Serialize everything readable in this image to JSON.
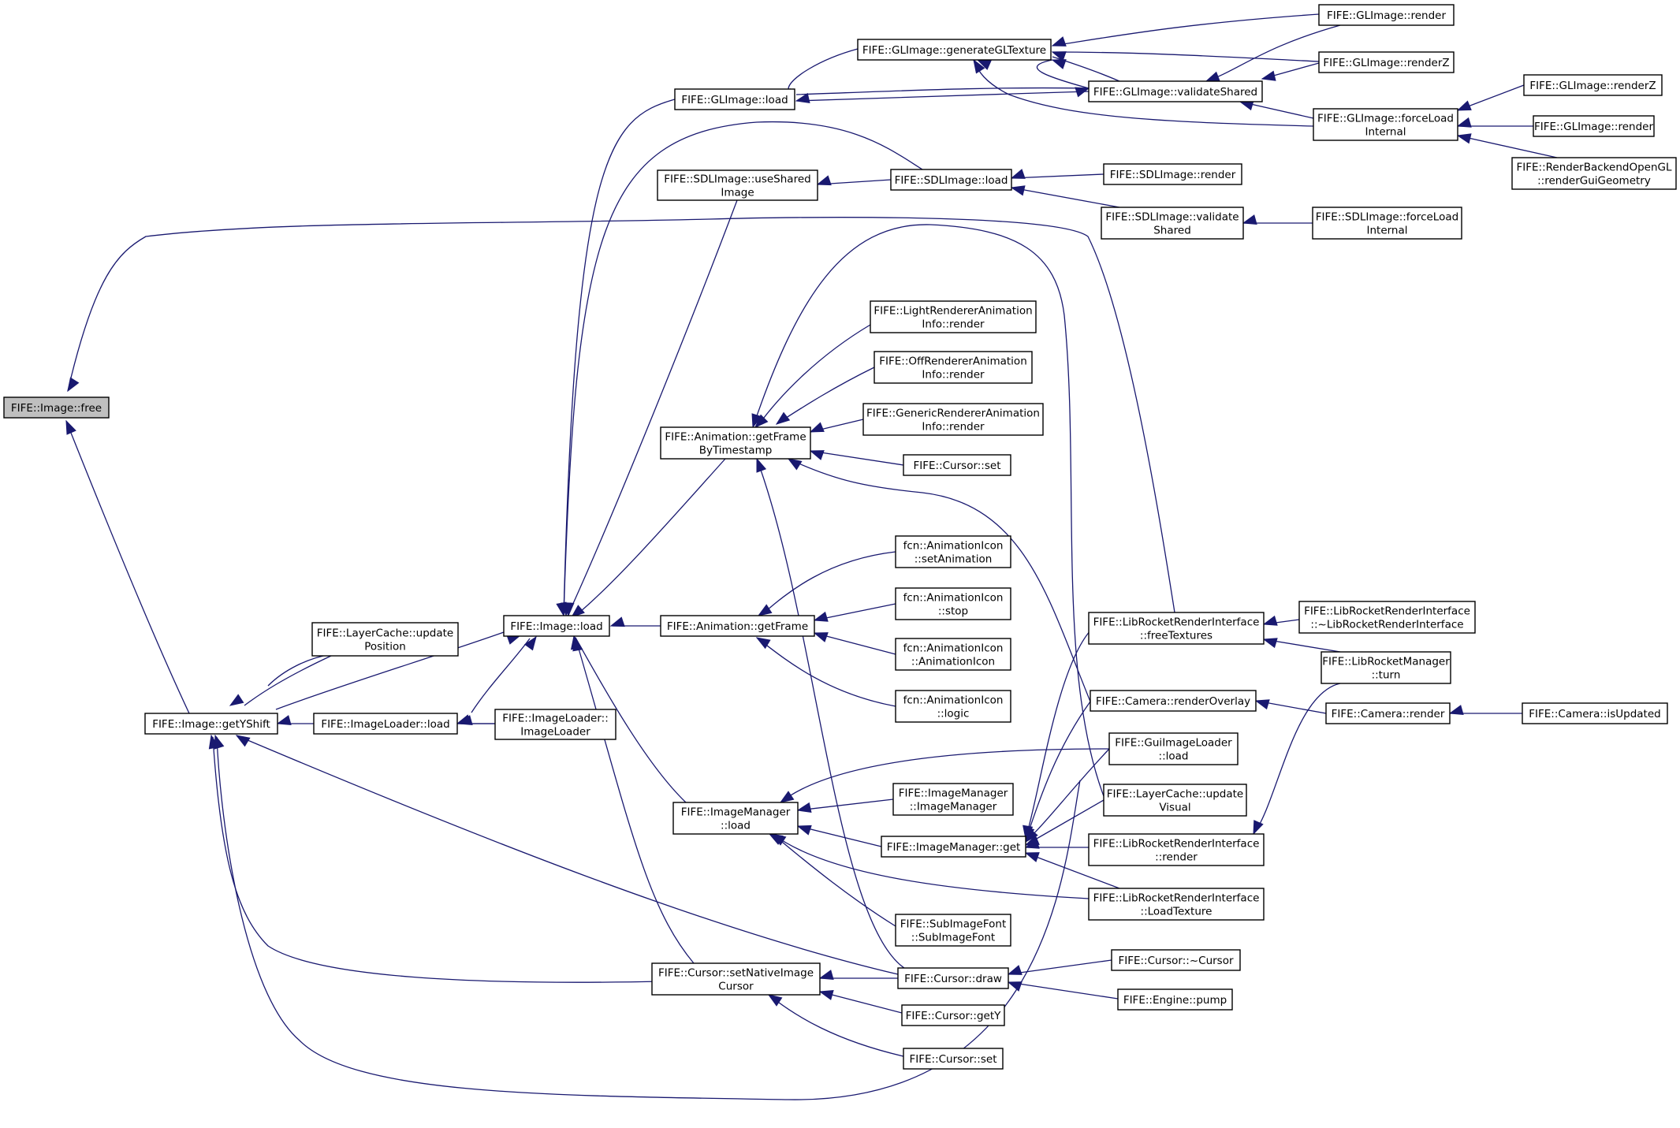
{
  "diagram": {
    "type": "call-graph",
    "colors": {
      "edge": "#191970",
      "node_border": "#000000",
      "root_fill": "#bfbfbf",
      "node_fill": "#ffffff"
    },
    "nodes": [
      {
        "id": "free",
        "lines": [
          "FIFE::Image::free"
        ],
        "root": true
      },
      {
        "id": "getyshift",
        "lines": [
          "FIFE::Image::getYShift"
        ]
      },
      {
        "id": "lcupdatepos",
        "lines": [
          "FIFE::LayerCache::update",
          "Position"
        ]
      },
      {
        "id": "imageload",
        "lines": [
          "FIFE::Image::load"
        ]
      },
      {
        "id": "imgloaderload",
        "lines": [
          "FIFE::ImageLoader::load"
        ]
      },
      {
        "id": "imgloaderctor",
        "lines": [
          "FIFE::ImageLoader::",
          "ImageLoader"
        ]
      },
      {
        "id": "glload",
        "lines": [
          "FIFE::GLImage::load"
        ]
      },
      {
        "id": "sdluseshared",
        "lines": [
          "FIFE::SDLImage::useShared",
          "Image"
        ]
      },
      {
        "id": "animgetframets",
        "lines": [
          "FIFE::Animation::getFrame",
          "ByTimestamp"
        ]
      },
      {
        "id": "animgetframe",
        "lines": [
          "FIFE::Animation::getFrame"
        ]
      },
      {
        "id": "imgmgrload",
        "lines": [
          "FIFE::ImageManager",
          "::load"
        ]
      },
      {
        "id": "setnative",
        "lines": [
          "FIFE::Cursor::setNativeImage",
          "Cursor"
        ]
      },
      {
        "id": "glgentex",
        "lines": [
          "FIFE::GLImage::generateGLTexture"
        ]
      },
      {
        "id": "glvalidate",
        "lines": [
          "FIFE::GLImage::validateShared"
        ]
      },
      {
        "id": "sdlload",
        "lines": [
          "FIFE::SDLImage::load"
        ]
      },
      {
        "id": "lightrender",
        "lines": [
          "FIFE::LightRendererAnimation",
          "Info::render"
        ]
      },
      {
        "id": "offrender",
        "lines": [
          "FIFE::OffRendererAnimation",
          "Info::render"
        ]
      },
      {
        "id": "genrender",
        "lines": [
          "FIFE::GenericRendererAnimation",
          "Info::render"
        ]
      },
      {
        "id": "cursorset1",
        "lines": [
          "FIFE::Cursor::set"
        ]
      },
      {
        "id": "fcnsetanim",
        "lines": [
          "fcn::AnimationIcon",
          "::setAnimation"
        ]
      },
      {
        "id": "fcnstop",
        "lines": [
          "fcn::AnimationIcon",
          "::stop"
        ]
      },
      {
        "id": "fcnctor",
        "lines": [
          "fcn::AnimationIcon",
          "::AnimationIcon"
        ]
      },
      {
        "id": "fcnlogic",
        "lines": [
          "fcn::AnimationIcon",
          "::logic"
        ]
      },
      {
        "id": "imgmgrctor",
        "lines": [
          "FIFE::ImageManager",
          "::ImageManager"
        ]
      },
      {
        "id": "imgmgrget",
        "lines": [
          "FIFE::ImageManager::get"
        ]
      },
      {
        "id": "subimgfont",
        "lines": [
          "FIFE::SubImageFont",
          "::SubImageFont"
        ]
      },
      {
        "id": "cursordraw",
        "lines": [
          "FIFE::Cursor::draw"
        ]
      },
      {
        "id": "cursorgety",
        "lines": [
          "FIFE::Cursor::getY"
        ]
      },
      {
        "id": "cursorset2",
        "lines": [
          "FIFE::Cursor::set"
        ]
      },
      {
        "id": "glrender1",
        "lines": [
          "FIFE::GLImage::render"
        ]
      },
      {
        "id": "glrenderz1",
        "lines": [
          "FIFE::GLImage::renderZ"
        ]
      },
      {
        "id": "glforceload",
        "lines": [
          "FIFE::GLImage::forceLoad",
          "Internal"
        ]
      },
      {
        "id": "sdlrender",
        "lines": [
          "FIFE::SDLImage::render"
        ]
      },
      {
        "id": "sdlvalidate",
        "lines": [
          "FIFE::SDLImage::validate",
          "Shared"
        ]
      },
      {
        "id": "sdlforceload",
        "lines": [
          "FIFE::SDLImage::forceLoad",
          "Internal"
        ]
      },
      {
        "id": "glrenderz2",
        "lines": [
          "FIFE::GLImage::renderZ"
        ]
      },
      {
        "id": "glrender2",
        "lines": [
          "FIFE::GLImage::render"
        ]
      },
      {
        "id": "rbglrendergui",
        "lines": [
          "FIFE::RenderBackendOpenGL",
          "::renderGuiGeometry"
        ]
      },
      {
        "id": "lrfreetex",
        "lines": [
          "FIFE::LibRocketRenderInterface",
          "::freeTextures"
        ]
      },
      {
        "id": "lrdtor",
        "lines": [
          "FIFE::LibRocketRenderInterface",
          "::~LibRocketRenderInterface"
        ]
      },
      {
        "id": "lrmgrturn",
        "lines": [
          "FIFE::LibRocketManager",
          "::turn"
        ]
      },
      {
        "id": "camoverlay",
        "lines": [
          "FIFE::Camera::renderOverlay"
        ]
      },
      {
        "id": "camrender",
        "lines": [
          "FIFE::Camera::render"
        ]
      },
      {
        "id": "camisupdated",
        "lines": [
          "FIFE::Camera::isUpdated"
        ]
      },
      {
        "id": "guiimgload",
        "lines": [
          "FIFE::GuiImageLoader",
          "::load"
        ]
      },
      {
        "id": "lcupdatevis",
        "lines": [
          "FIFE::LayerCache::update",
          "Visual"
        ]
      },
      {
        "id": "lrrender",
        "lines": [
          "FIFE::LibRocketRenderInterface",
          "::render"
        ]
      },
      {
        "id": "lrloadtex",
        "lines": [
          "FIFE::LibRocketRenderInterface",
          "::LoadTexture"
        ]
      },
      {
        "id": "cursordtor",
        "lines": [
          "FIFE::Cursor::~Cursor"
        ]
      },
      {
        "id": "enginepump",
        "lines": [
          "FIFE::Engine::pump"
        ]
      }
    ]
  }
}
